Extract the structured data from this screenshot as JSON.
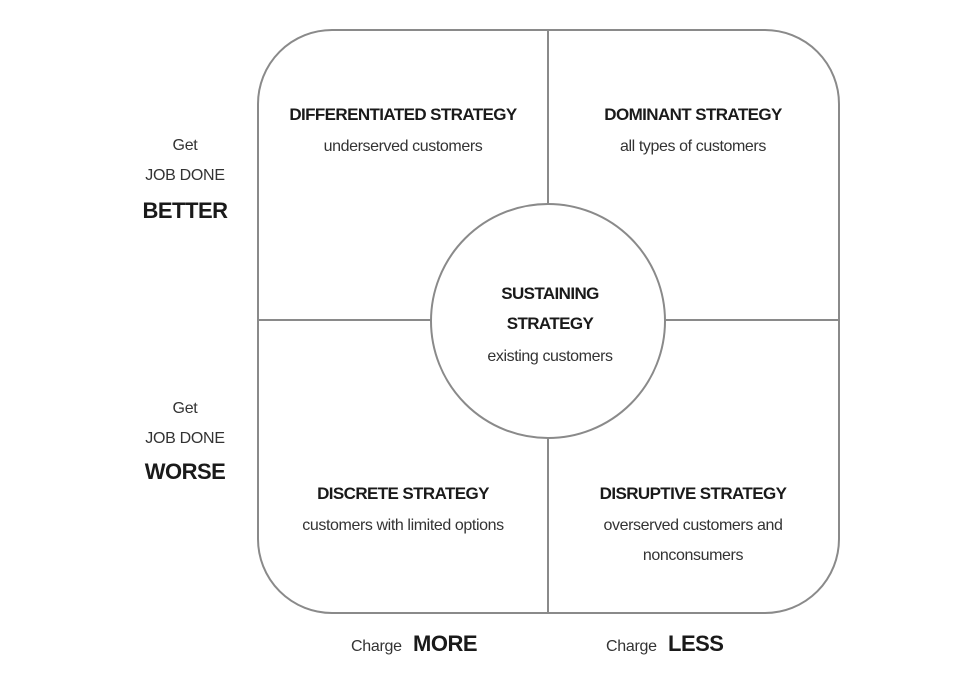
{
  "quadrants": {
    "top_left": {
      "title": "DIFFERENTIATED STRATEGY",
      "subtitle": "underserved customers"
    },
    "top_right": {
      "title": "DOMINANT STRATEGY",
      "subtitle": "all types of customers"
    },
    "bottom_left": {
      "title": "DISCRETE STRATEGY",
      "subtitle": "customers with limited options"
    },
    "bottom_right": {
      "title": "DISRUPTIVE STRATEGY",
      "subtitle_line1": "overserved customers and",
      "subtitle_line2": "nonconsumers"
    }
  },
  "center": {
    "title_line1": "SUSTAINING",
    "title_line2": "STRATEGY",
    "subtitle": "existing customers"
  },
  "y_axis": {
    "top": {
      "line1": "Get",
      "line2": "JOB DONE",
      "emphasis": "BETTER"
    },
    "bottom": {
      "line1": "Get",
      "line2": "JOB DONE",
      "emphasis": "WORSE"
    }
  },
  "x_axis": {
    "left": {
      "prefix": "Charge",
      "emphasis": "MORE"
    },
    "right": {
      "prefix": "Charge",
      "emphasis": "LESS"
    }
  },
  "colors": {
    "line": "#8a8a8a",
    "text": "#1a1a1a"
  }
}
